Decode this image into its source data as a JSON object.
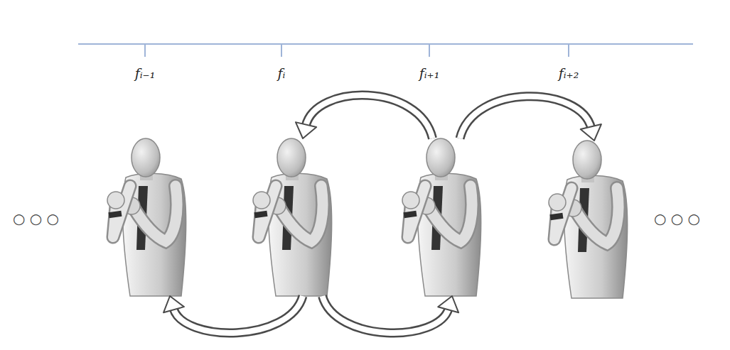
{
  "diagram": {
    "nodes": [
      {
        "text": [
          "fᵢ₋₁"
        ]
      },
      {
        "text": [
          "fᵢ"
        ]
      },
      {
        "text": [
          "fᵢ₊₁"
        ]
      },
      {
        "text": [
          "fᵢ₊₂"
        ]
      }
    ],
    "edges": [
      {
        "from": 2,
        "to": 1,
        "arrow": "to"
      },
      {
        "from": 2,
        "to": 3,
        "arrow": "to"
      },
      {
        "from": 1,
        "to": 0,
        "arrow": "to"
      },
      {
        "from": 1,
        "to": 2,
        "arrow": "to"
      }
    ],
    "labels": [
      "○ ○ ○",
      "○ ○ ○"
    ]
  }
}
